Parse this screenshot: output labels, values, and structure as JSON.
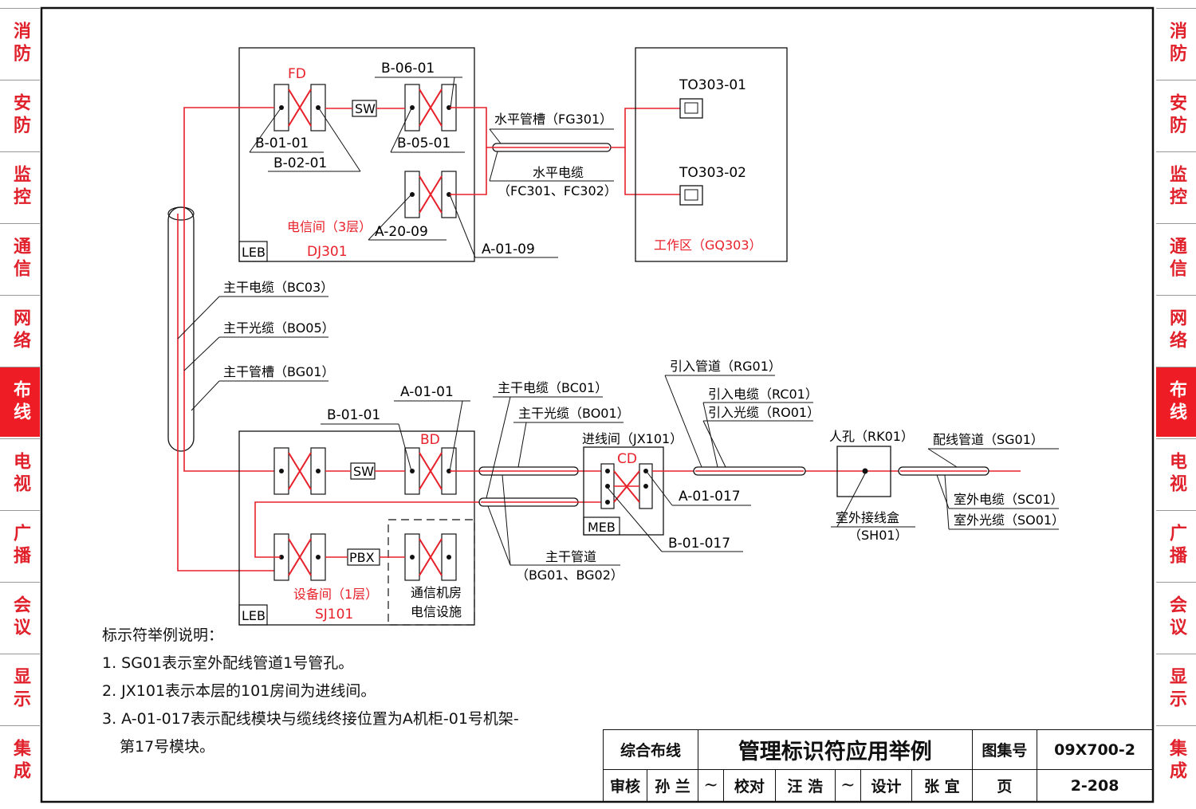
{
  "tabs": [
    "消防",
    "安防",
    "监控",
    "通信",
    "网络",
    "布线",
    "电视",
    "广播",
    "会议",
    "显示",
    "集成"
  ],
  "active_tab": "布线",
  "diagram": {
    "upper": {
      "fd": "FD",
      "sw": "SW",
      "b0601": "B-06-01",
      "b0101": "B-01-01",
      "b0201": "B-02-01",
      "b0501": "B-05-01",
      "a2009": "A-20-09",
      "a0109": "A-01-09",
      "room": "电信间（3层）",
      "room_code": "DJ301",
      "leb": "LEB",
      "fg_label": "水平管槽（FG301）",
      "fc_label": "水平电缆",
      "fc_codes": "（FC301、FC302）",
      "to1": "TO303-01",
      "to2": "TO303-02",
      "work": "工作区（GQ303）"
    },
    "riser": {
      "bc03": "主干电缆（BC03）",
      "bo05": "主干光缆（BO05）",
      "bg01": "主干管槽（BG01）"
    },
    "lower": {
      "b0101": "B-01-01",
      "a0101": "A-01-01",
      "bd": "BD",
      "sw": "SW",
      "pbx": "PBX",
      "leb": "LEB",
      "room": "设备间（1层）",
      "room_code": "SJ101",
      "telecom": "通信机房",
      "telecom2": "电信设施",
      "bc01": "主干电缆（BC01）",
      "bo01": "主干光缆（BO01）",
      "jx": "进线间（JX101）",
      "cd": "CD",
      "meb": "MEB",
      "a01017": "A-01-017",
      "b01017": "B-01-017",
      "bg_label": "主干管道",
      "bg_codes": "（BG01、BG02）",
      "rg01": "引入管道（RG01）",
      "rc01": "引入电缆（RC01）",
      "ro01": "引入光缆（RO01）",
      "rk01": "人孔（RK01）",
      "sh_label": "室外接线盒",
      "sh_code": "（SH01）",
      "sg01": "配线管道（SG01）",
      "sc01": "室外电缆（SC01）",
      "so01": "室外光缆（SO01）"
    }
  },
  "notes": {
    "title": "标示符举例说明：",
    "n1": "1.  SG01表示室外配线管道1号管孔。",
    "n2": "2.  JX101表示本层的101房间为进线间。",
    "n3": "3.  A-01-017表示配线模块与缆线终接位置为A机柜-01号机架-",
    "n3b": "第17号模块。"
  },
  "titleblock": {
    "category": "综合布线",
    "title": "管理标识符应用举例",
    "atlas_label": "图集号",
    "atlas_no": "09X700-2",
    "review_label": "审核",
    "reviewer": "孙 兰",
    "check_label": "校对",
    "checker": "汪 浩",
    "design_label": "设计",
    "designer": "张 宜",
    "page_label": "页",
    "page_no": "2-208"
  },
  "colors": {
    "red": "#e8202a",
    "tab_red": "#ee1c25",
    "ink": "#111111"
  }
}
